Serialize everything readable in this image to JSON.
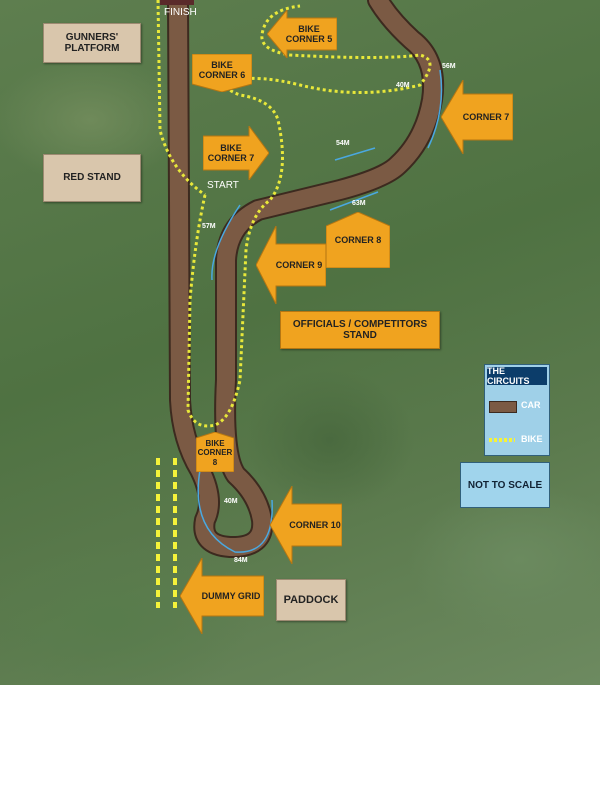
{
  "stands": {
    "gunners_platform": "GUNNERS' PLATFORM",
    "red_stand": "RED STAND",
    "officials_stand": "OFFICIALS / COMPETITORS STAND",
    "paddock": "PADDOCK"
  },
  "labels": {
    "finish": "FINISH",
    "start": "START"
  },
  "corners": {
    "bike_corner_5": "BIKE CORNER 5",
    "bike_corner_6": "BIKE CORNER 6",
    "bike_corner_7": "BIKE CORNER 7",
    "bike_corner_8": "BIKE CORNER 8",
    "corner_7": "CORNER 7",
    "corner_8": "CORNER 8",
    "corner_9": "CORNER 9",
    "corner_10": "CORNER 10",
    "dummy_grid": "DUMMY GRID"
  },
  "distances": {
    "d56": "56M",
    "d40_top": "40M",
    "d54": "54M",
    "d63": "63M",
    "d57": "57M",
    "d40_bottom": "40M",
    "d84": "84M"
  },
  "legend": {
    "title": "THE CIRCUITS",
    "car": "CAR",
    "bike": "BIKE",
    "note": "NOT TO SCALE"
  },
  "colors": {
    "car_track": "#7b5a44",
    "bike_track": "#e8e83a",
    "sign_orange": "#f0a31f",
    "stand_tan": "#d9c6ac",
    "legend_blue": "#9fd0e8"
  }
}
